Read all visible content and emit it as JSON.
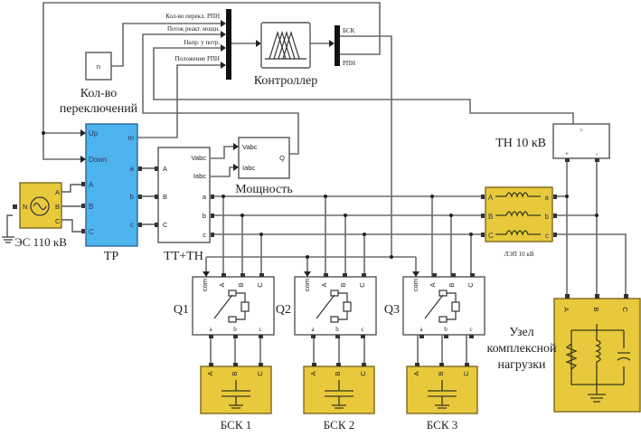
{
  "diagram": {
    "type": "simulink-power-model",
    "blocks": {
      "switch_count_const": {
        "text": "n",
        "label_line1": "Кол-во",
        "label_line2": "переключений"
      },
      "mux": {
        "inputs": [
          "Кол-во перекл. РПН",
          "Поток реакт. мощн.",
          "Напр. у потр.",
          "Положение РПН"
        ]
      },
      "controller": {
        "label": "Контроллер"
      },
      "demux": {
        "outputs": [
          "БСК",
          "РПН"
        ]
      },
      "tap_changer": {
        "label": "ТР",
        "ports_in": [
          "Up",
          "Down",
          "A",
          "B",
          "C"
        ],
        "ports_out": [
          "m",
          "a",
          "b",
          "c"
        ]
      },
      "source": {
        "label": "ЭС 110 кВ",
        "ports": [
          "N",
          "A",
          "B",
          "C"
        ]
      },
      "measurement": {
        "label": "ТТ+ТН",
        "ports_in": [
          "A",
          "B",
          "C"
        ],
        "ports_out": [
          "Vabc",
          "Iabc",
          "a",
          "b",
          "c"
        ]
      },
      "power": {
        "label": "Мощность",
        "ports_in": [
          "Vabc",
          "Iabc"
        ],
        "ports_out": [
          "Q"
        ]
      },
      "vt10": {
        "label": "ТН 10 кВ",
        "port_top": ">",
        "ports_bottom": [
          "+",
          "-"
        ]
      },
      "line10": {
        "label": "ЛЭП 10 кВ",
        "ports_in": [
          "A",
          "B",
          "C"
        ],
        "ports_out": [
          "a",
          "b",
          "c"
        ]
      },
      "breakers": [
        {
          "label": "Q1",
          "ports_top": [
            "com",
            "A",
            "B",
            "C"
          ],
          "ports_bottom": [
            "a",
            "b",
            "c"
          ]
        },
        {
          "label": "Q2",
          "ports_top": [
            "com",
            "A",
            "B",
            "C"
          ],
          "ports_bottom": [
            "a",
            "b",
            "c"
          ]
        },
        {
          "label": "Q3",
          "ports_top": [
            "com",
            "A",
            "B",
            "C"
          ],
          "ports_bottom": [
            "a",
            "b",
            "c"
          ]
        }
      ],
      "capacitor_banks": [
        {
          "label": "БСК 1",
          "ports": [
            "A",
            "B",
            "C"
          ]
        },
        {
          "label": "БСК 2",
          "ports": [
            "A",
            "B",
            "C"
          ]
        },
        {
          "label": "БСК 3",
          "ports": [
            "A",
            "B",
            "C"
          ]
        }
      ],
      "load": {
        "label_line1": "Узел",
        "label_line2": "комплексной",
        "label_line3": "нагрузки",
        "ports": [
          "A",
          "B",
          "C"
        ]
      }
    },
    "colors": {
      "tap_changer_fill": "#4db3ec",
      "physical_block_fill": "#e8c93c",
      "wire": "#6b6b6b"
    }
  }
}
